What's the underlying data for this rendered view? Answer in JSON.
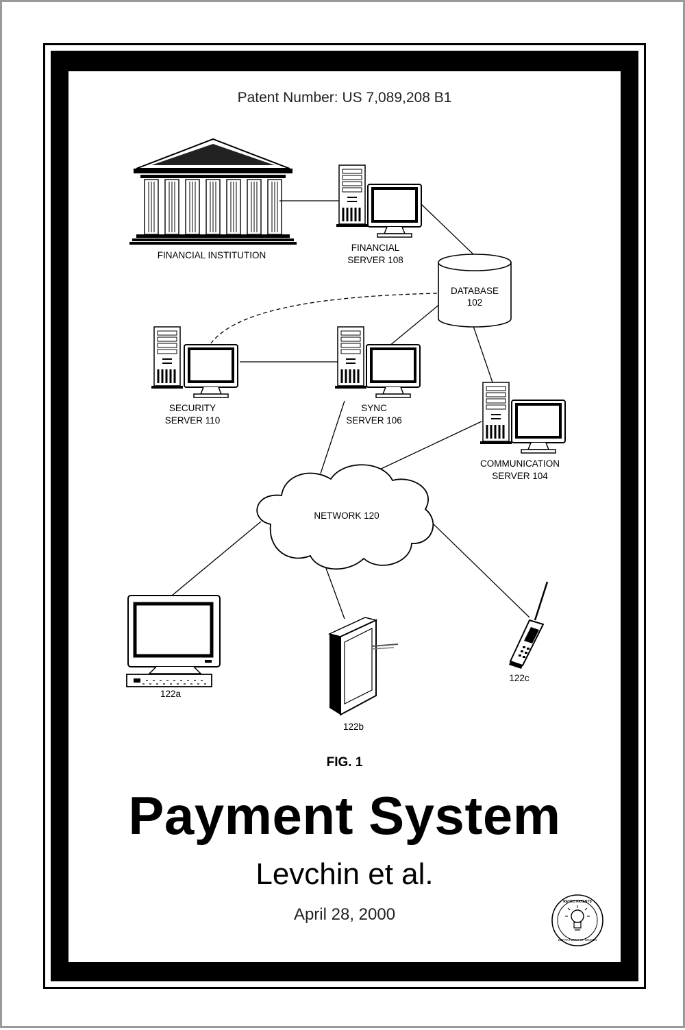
{
  "header": {
    "patent_number": "Patent Number: US 7,089,208 B1"
  },
  "diagram": {
    "financial_institution": "FINANCIAL INSTITUTION",
    "financial_server": [
      "FINANCIAL",
      "SERVER 108"
    ],
    "database": [
      "DATABASE",
      "102"
    ],
    "security_server": [
      "SECURITY",
      "SERVER 110"
    ],
    "sync_server": [
      "SYNC",
      "SERVER 106"
    ],
    "communication_server": [
      "COMMUNICATION",
      "SERVER 104"
    ],
    "network": "NETWORK 120",
    "device_a": "122a",
    "device_b": "122b",
    "device_c": "122c"
  },
  "footer": {
    "fig_label": "FIG. 1",
    "title": "Payment System",
    "inventor": "Levchin et al.",
    "date": "April 28, 2000",
    "seal_text": [
      "RETRO PATENTS",
      "DEPARTMENT OF DESIGN"
    ]
  }
}
